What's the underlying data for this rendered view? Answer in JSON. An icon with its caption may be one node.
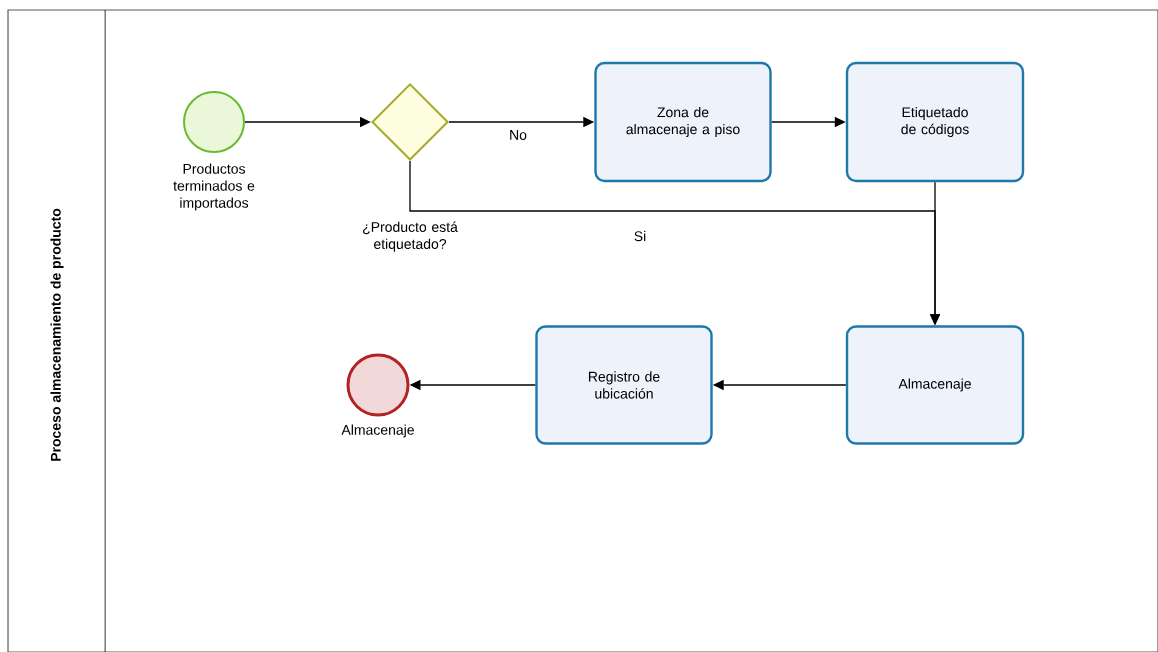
{
  "diagram": {
    "nodes": [
      {
        "text": [
          "Proceso almacenamiento de producto"
        ]
      },
      {
        "text": [
          "Productos terminados e importados"
        ],
        "in": 0
      },
      {
        "text": [
          "¿Producto está etiquetado?"
        ],
        "in": 0
      },
      {
        "text": [
          "Zona de almacenaje a piso"
        ],
        "in": 0
      },
      {
        "text": [
          "Etiquetado de códigos"
        ],
        "in": 0
      },
      {
        "text": [
          "Almacenaje"
        ],
        "in": 0
      },
      {
        "text": [
          "Registro de ubicación"
        ],
        "in": 0
      },
      {
        "text": [
          "Almacenaje"
        ],
        "in": 0
      }
    ],
    "edges": [
      {
        "from": 1,
        "to": 2,
        "arrow": "to"
      },
      {
        "from": 2,
        "to": 3,
        "arrow": "to",
        "label": "No"
      },
      {
        "from": 3,
        "to": 4,
        "arrow": "to"
      },
      {
        "from": 2,
        "to": 5,
        "arrow": "to",
        "label": "Si"
      },
      {
        "from": 4,
        "to": 5,
        "arrow": "to"
      },
      {
        "from": 5,
        "to": 6,
        "arrow": "to"
      },
      {
        "from": 6,
        "to": 7,
        "arrow": "to"
      }
    ]
  }
}
